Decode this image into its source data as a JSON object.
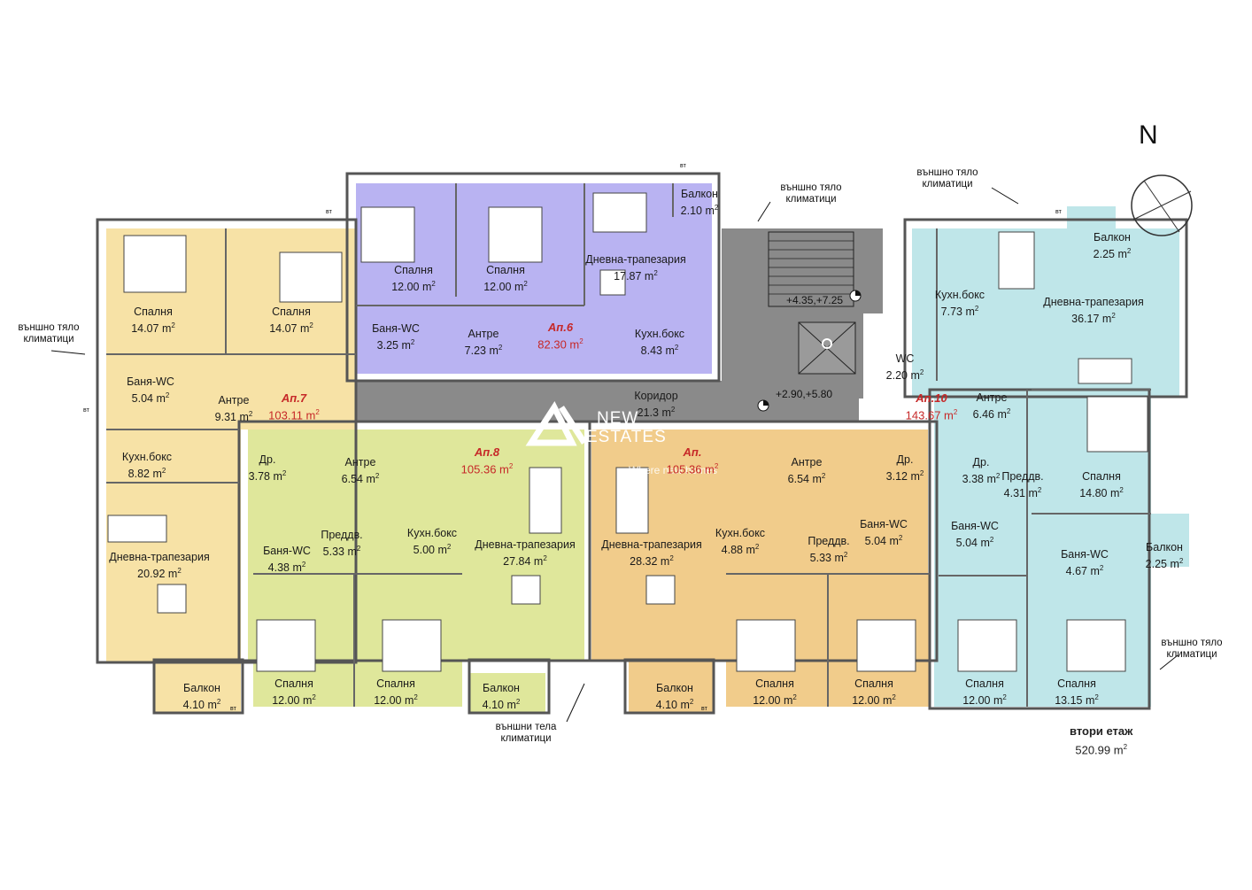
{
  "plan": {
    "north": "N",
    "floor_name": "втори етаж",
    "floor_area": "520.99 m",
    "sq": "2",
    "watermark": {
      "line1": "NEW",
      "line2": "ESTATES",
      "tagline": "Where new homes"
    },
    "levels": {
      "upper": "+4.35,+7.25",
      "lower": "+2.90,+5.80"
    },
    "vt": "вт",
    "notes": {
      "left": {
        "line1": "външно тяло",
        "line2": "климатици"
      },
      "top_center": {
        "line1": "външно тяло",
        "line2": "климатици"
      },
      "top_right": {
        "line1": "външно тяло",
        "line2": "климатици"
      },
      "bottom_right": {
        "line1": "външно тяло",
        "line2": "климатици"
      },
      "bottom_center": {
        "line1": "външни тела",
        "line2": "климатици"
      }
    },
    "apartments": [
      {
        "name": "Ап.6",
        "area": "82.30 m"
      },
      {
        "name": "Ап.7",
        "area": "103.11 m"
      },
      {
        "name": "Ап.8",
        "area": "105.36 m"
      },
      {
        "name": "Ап.",
        "area": "105.36 m"
      },
      {
        "name": "Ап.10",
        "area": "143.67 m"
      }
    ],
    "rooms": [
      {
        "name": "Спалня",
        "area": "12.00 m"
      },
      {
        "name": "Спалня",
        "area": "12.00 m"
      },
      {
        "name": "Дневна-трапезария",
        "area": "17.87 m"
      },
      {
        "name": "Балкон",
        "area": "2.10 m"
      },
      {
        "name": "Баня-WC",
        "area": "3.25 m"
      },
      {
        "name": "Антре",
        "area": "7.23 m"
      },
      {
        "name": "Кухн.бокс",
        "area": "8.43 m"
      },
      {
        "name": "Спалня",
        "area": "14.07 m"
      },
      {
        "name": "Спалня",
        "area": "14.07 m"
      },
      {
        "name": "Баня-WC",
        "area": "5.04 m"
      },
      {
        "name": "Антре",
        "area": "9.31 m"
      },
      {
        "name": "Кухн.бокс",
        "area": "8.82 m"
      },
      {
        "name": "Дневна-трапезария",
        "area": "20.92 m"
      },
      {
        "name": "Балкон",
        "area": "4.10 m"
      },
      {
        "name": "Др.",
        "area": "3.78 m"
      },
      {
        "name": "Антре",
        "area": "6.54 m"
      },
      {
        "name": "Баня-WC",
        "area": "4.38 m"
      },
      {
        "name": "Преддв.",
        "area": "5.33 m"
      },
      {
        "name": "Кухн.бокс",
        "area": "5.00 m"
      },
      {
        "name": "Дневна-трапезария",
        "area": "27.84 m"
      },
      {
        "name": "Спалня",
        "area": "12.00 m"
      },
      {
        "name": "Спалня",
        "area": "12.00 m"
      },
      {
        "name": "Балкон",
        "area": "4.10 m"
      },
      {
        "name": "Коридор",
        "area": "21.3 m"
      },
      {
        "name": "Дневна-трапезария",
        "area": "28.32 m"
      },
      {
        "name": "Кухн.бокс",
        "area": "4.88 m"
      },
      {
        "name": "Антре",
        "area": "6.54 m"
      },
      {
        "name": "Др.",
        "area": "3.12 m"
      },
      {
        "name": "Баня-WC",
        "area": "5.04 m"
      },
      {
        "name": "Преддв.",
        "area": "5.33 m"
      },
      {
        "name": "Балкон",
        "area": "4.10 m"
      },
      {
        "name": "Спалня",
        "area": "12.00 m"
      },
      {
        "name": "Спалня",
        "area": "12.00 m"
      },
      {
        "name": "Кухн.бокс",
        "area": "7.73 m"
      },
      {
        "name": "Дневна-трапезария",
        "area": "36.17 m"
      },
      {
        "name": "Балкон",
        "area": "2.25 m"
      },
      {
        "name": "WC",
        "area": "2.20 m"
      },
      {
        "name": "Антре",
        "area": "6.46 m"
      },
      {
        "name": "Др.",
        "area": "3.38 m"
      },
      {
        "name": "Преддв.",
        "area": "4.31 m"
      },
      {
        "name": "Спалня",
        "area": "14.80 m"
      },
      {
        "name": "Баня-WC",
        "area": "5.04 m"
      },
      {
        "name": "Баня-WC",
        "area": "4.67 m"
      },
      {
        "name": "Балкон",
        "area": "2.25 m"
      },
      {
        "name": "Спалня",
        "area": "12.00 m"
      },
      {
        "name": "Спалня",
        "area": "13.15 m"
      }
    ],
    "colors": {
      "apt6": "#b9b3f2",
      "apt7": "#f7e2a6",
      "apt8": "#dfe79b",
      "apt9": "#f1cc8b",
      "apt10": "#bfe6e9",
      "core": "#8a8a8a",
      "wall": "#555555"
    }
  }
}
